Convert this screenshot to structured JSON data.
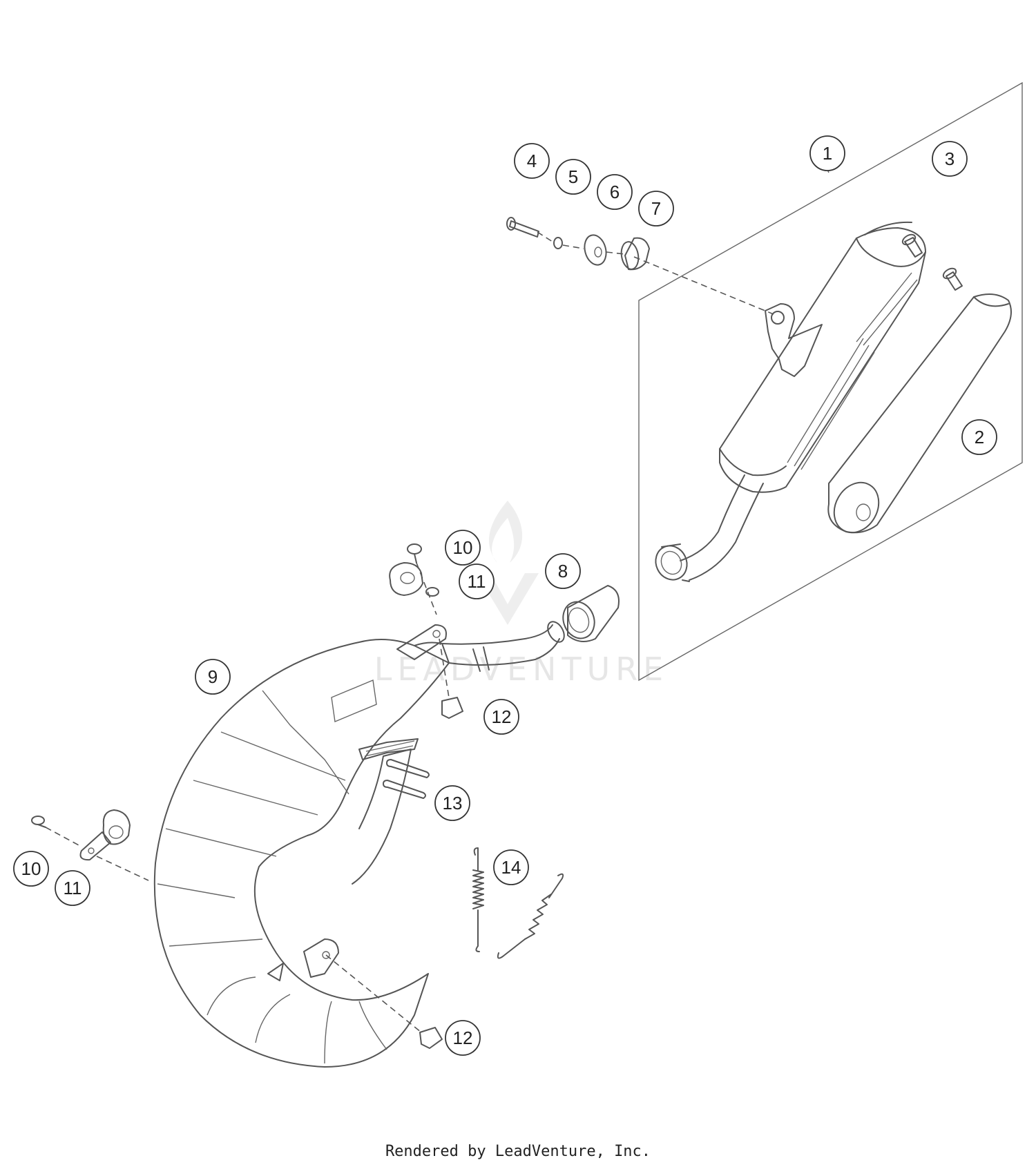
{
  "callouts": [
    {
      "id": "c1",
      "label": "1"
    },
    {
      "id": "c2",
      "label": "2"
    },
    {
      "id": "c3",
      "label": "3"
    },
    {
      "id": "c4",
      "label": "4"
    },
    {
      "id": "c5",
      "label": "5"
    },
    {
      "id": "c6",
      "label": "6"
    },
    {
      "id": "c7",
      "label": "7"
    },
    {
      "id": "c8",
      "label": "8"
    },
    {
      "id": "c9",
      "label": "9"
    },
    {
      "id": "c10a",
      "label": "10"
    },
    {
      "id": "c11a",
      "label": "11"
    },
    {
      "id": "c12a",
      "label": "12"
    },
    {
      "id": "c13",
      "label": "13"
    },
    {
      "id": "c14",
      "label": "14"
    },
    {
      "id": "c10b",
      "label": "10"
    },
    {
      "id": "c11b",
      "label": "11"
    },
    {
      "id": "c12b",
      "label": "12"
    }
  ],
  "watermark": {
    "text": "LEADVENTURE"
  },
  "footer": {
    "text": "Rendered by LeadVenture, Inc."
  }
}
